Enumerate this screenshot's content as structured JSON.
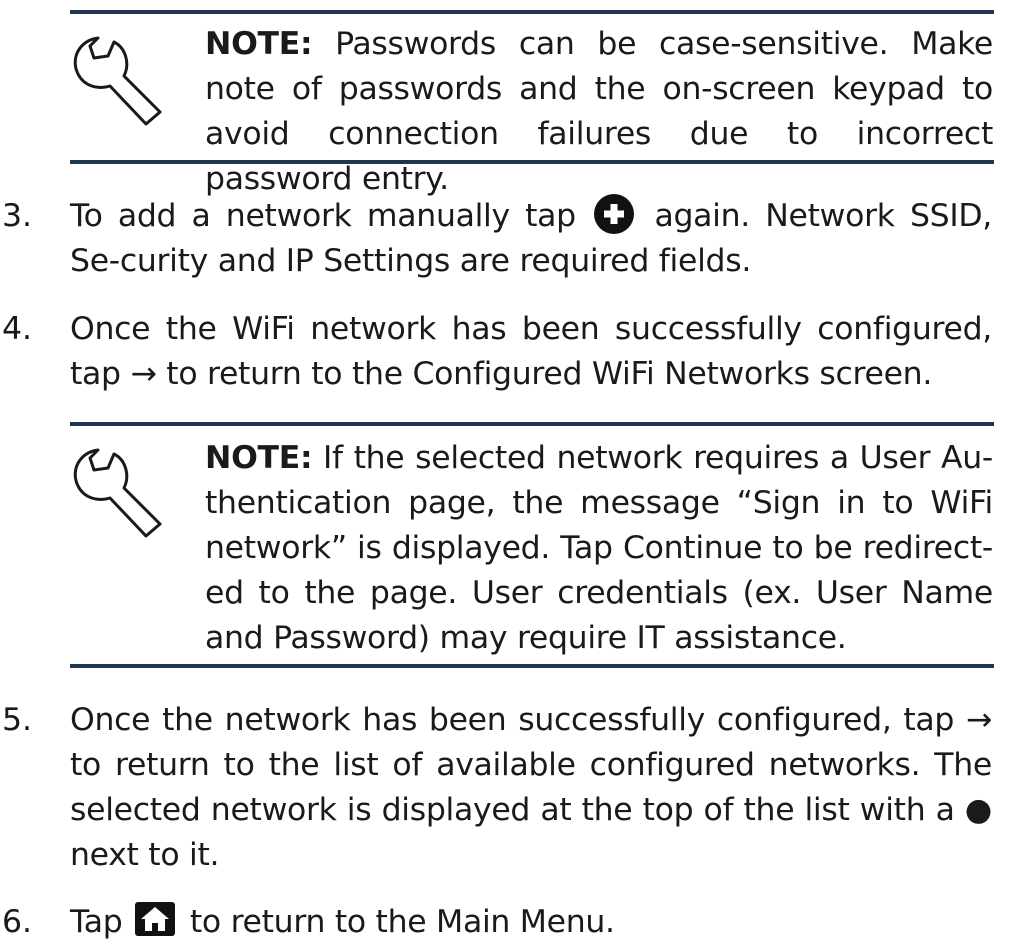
{
  "note1": {
    "label": "NOTE:",
    "text": " Passwords can be case-sensitive. Make note of passwords and the on-screen keypad to avoid connection failures due to incorrect password entry."
  },
  "steps": [
    {
      "num": "3.",
      "before": "To add a network manually tap ",
      "icon": "plus-circle-icon",
      "after": " again. Network SSID, Se-curity and IP Settings are required fields."
    },
    {
      "num": "4.",
      "before": "Once the WiFi network has been successfully configured, tap ",
      "arrow": "→",
      "after": " to return to the Configured WiFi Networks screen."
    },
    {
      "num": "5.",
      "before": "Once the network has been successfully configured, tap ",
      "arrow": "→",
      "middle": " to return to the list of available configured networks.  The selected network is displayed at the top of the list with a ",
      "dot": "●",
      "after": " next to it."
    },
    {
      "num": "6.",
      "before": "Tap ",
      "icon": "home-icon",
      "after": " to return to the Main Menu."
    }
  ],
  "note2": {
    "label": "NOTE:",
    "text": " If the selected network requires a User Au-thentication page, the message “Sign in to WiFi network” is displayed. Tap Continue to be redirect-ed to the page. User credentials (ex. User Name and Password) may require IT assistance."
  },
  "colors": {
    "rule": "#1f3550",
    "text": "#1a1a1a"
  }
}
